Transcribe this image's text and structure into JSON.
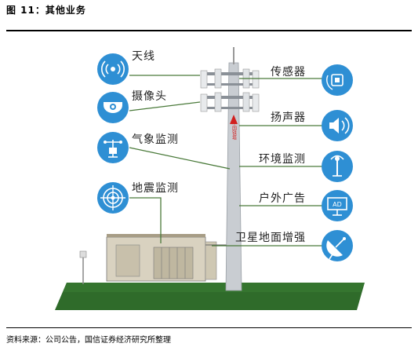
{
  "figure": {
    "title": "图  11：其他业务",
    "source": "资料来源：公司公告，国信证券经济研究所整理"
  },
  "tower_text": "中国铁塔",
  "ad_text": "AD",
  "left_items": [
    {
      "label": "天线",
      "icon": "antenna-icon"
    },
    {
      "label": "摄像头",
      "icon": "camera-icon"
    },
    {
      "label": "气象监测",
      "icon": "weather-icon"
    },
    {
      "label": "地震监测",
      "icon": "seismic-icon"
    }
  ],
  "right_items": [
    {
      "label": "传感器",
      "icon": "sensor-icon"
    },
    {
      "label": "扬声器",
      "icon": "speaker-icon"
    },
    {
      "label": "环境监测",
      "icon": "environment-icon"
    },
    {
      "label": "户外广告",
      "icon": "billboard-icon"
    },
    {
      "label": "卫星地面增强",
      "icon": "satellite-dish-icon"
    }
  ],
  "colors": {
    "icon_blue": "#2e8fd4",
    "line_green": "#4a7a3a",
    "ground_green": "#2f6b2a",
    "tower_gray": "#c9cdd2"
  }
}
